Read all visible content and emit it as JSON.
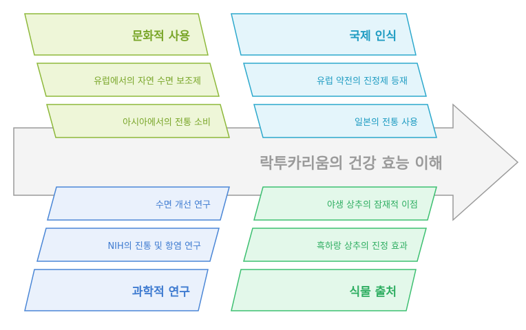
{
  "spine": {
    "label": "락투카리움의 건강 효능 이해"
  },
  "categories": {
    "cultural": {
      "title": "문화적 사용",
      "items": [
        "유럽에서의 자연 수면 보조제",
        "아시아에서의 전통 소비"
      ],
      "color": "#8db83a",
      "fill": "#eef6d8"
    },
    "international": {
      "title": "국제 인식",
      "items": [
        "유럽 약전의 진정제 등재",
        "일본의 전통 사용"
      ],
      "color": "#2ca8cc",
      "fill": "#e4f5fb"
    },
    "science": {
      "title": "과학적 연구",
      "items": [
        "수면 개선 연구",
        "NIH의 진통 및 항염 연구"
      ],
      "color": "#4a86d6",
      "fill": "#eaf1fc"
    },
    "plant": {
      "title": "식물 출처",
      "items": [
        "야생 상추의 잠재적 이점",
        "흑하랑 상추의 진정 효과"
      ],
      "color": "#3cbf70",
      "fill": "#e3f8ea"
    }
  }
}
